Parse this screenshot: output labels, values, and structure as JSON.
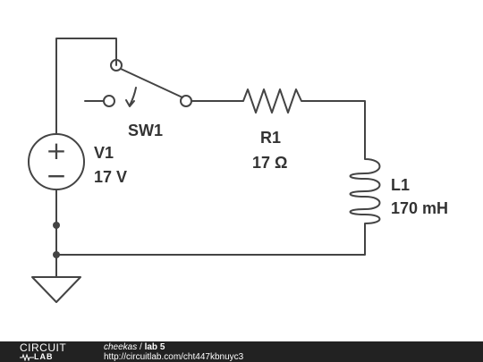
{
  "components": {
    "switch": {
      "name": "SW1"
    },
    "resistor": {
      "name": "R1",
      "value": "17 Ω"
    },
    "inductor": {
      "name": "L1",
      "value": "170 mH"
    },
    "source": {
      "name": "V1",
      "value": "17 V",
      "plus": "+",
      "minus": "−"
    }
  },
  "footer": {
    "logo_top": "CIRCUIT",
    "logo_bottom": "LAB",
    "author": "cheekas",
    "separator": " / ",
    "title": "lab 5",
    "url": "http://circuitlab.com/cht447kbnuyc3"
  },
  "colors": {
    "wire": "#444444",
    "label": "#333333",
    "footer_bg": "#222222",
    "footer_text": "#ffffff"
  }
}
